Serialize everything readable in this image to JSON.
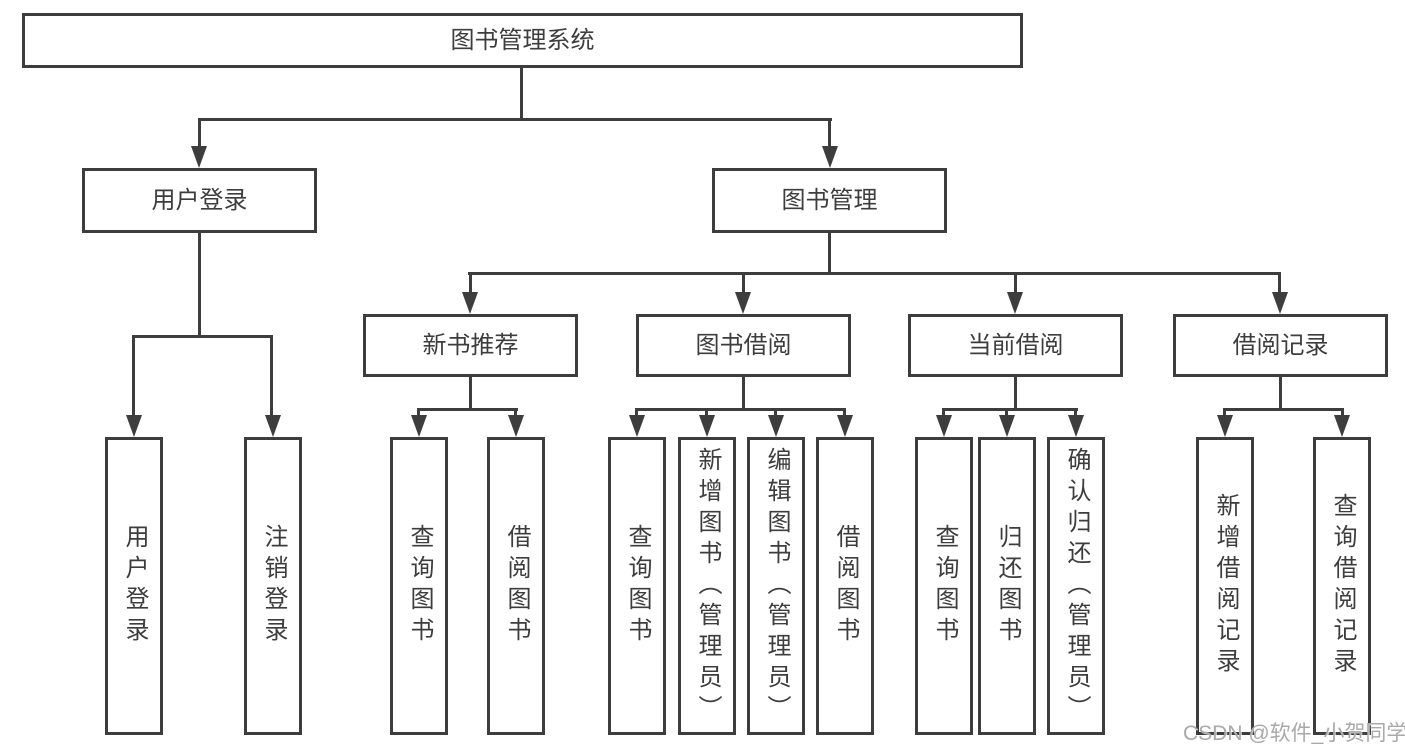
{
  "tree": {
    "label": "图书管理系统",
    "children": [
      {
        "label": "用户登录",
        "children": [
          {
            "label": "用户登录"
          },
          {
            "label": "注销登录"
          }
        ]
      },
      {
        "label": "图书管理",
        "children": [
          {
            "label": "新书推荐",
            "children": [
              {
                "label": "查询图书"
              },
              {
                "label": "借阅图书"
              }
            ]
          },
          {
            "label": "图书借阅",
            "children": [
              {
                "label": "查询图书"
              },
              {
                "label": "新增图书（管理员）"
              },
              {
                "label": "编辑图书（管理员）"
              },
              {
                "label": "借阅图书"
              }
            ]
          },
          {
            "label": "当前借阅",
            "children": [
              {
                "label": "查询图书"
              },
              {
                "label": "归还图书"
              },
              {
                "label": "确认归还（管理员）"
              }
            ]
          },
          {
            "label": "借阅记录",
            "children": [
              {
                "label": "新增借阅记录"
              },
              {
                "label": "查询借阅记录"
              }
            ]
          }
        ]
      }
    ]
  },
  "watermark": {
    "text": "CSDN @软件_小贺同学"
  },
  "colors": {
    "line": "#3d3d3d",
    "text": "#3d3d3d",
    "watermark": "#a9a9a9",
    "background": "#ffffff"
  }
}
